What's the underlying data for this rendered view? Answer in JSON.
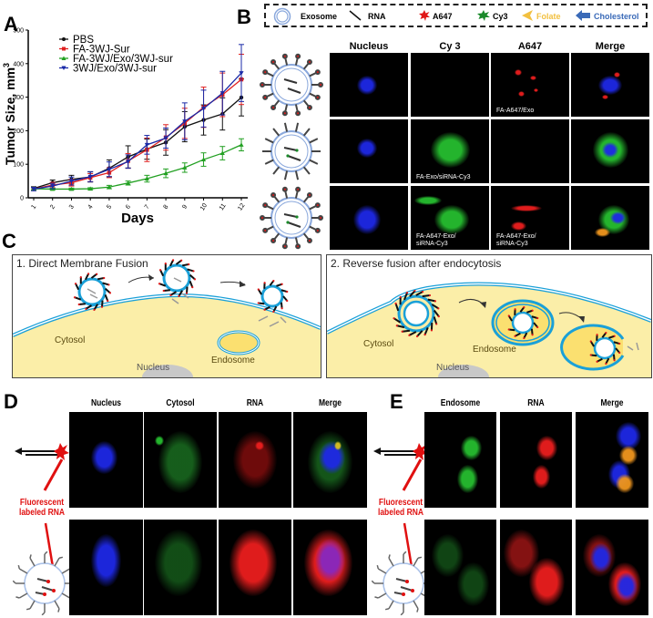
{
  "panels": {
    "A": {
      "letter": "A"
    },
    "B": {
      "letter": "B"
    },
    "C": {
      "letter": "C"
    },
    "D": {
      "letter": "D"
    },
    "E": {
      "letter": "E"
    }
  },
  "chart_data": {
    "type": "line",
    "title": "",
    "xlabel": "Days",
    "ylabel": "Tumor Size, mm³",
    "ylabel_main": "Tumor Size, mm",
    "ylabel_sup": "3",
    "ylim": [
      0,
      500
    ],
    "yticks": [
      0,
      100,
      200,
      300,
      400,
      500
    ],
    "x": [
      1,
      2,
      3,
      4,
      5,
      6,
      7,
      8,
      9,
      10,
      11,
      12
    ],
    "grid": false,
    "legend_position": "upper-left",
    "series": [
      {
        "name": "PBS",
        "color": "#111111",
        "marker": "circle",
        "values": [
          28,
          45,
          55,
          62,
          88,
          122,
          145,
          165,
          212,
          232,
          250,
          299
        ],
        "errors": [
          5,
          8,
          12,
          15,
          25,
          33,
          30,
          38,
          45,
          45,
          48,
          55
        ]
      },
      {
        "name": "FA-3WJ-Sur",
        "color": "#e02020",
        "marker": "square",
        "values": [
          26,
          38,
          45,
          60,
          75,
          110,
          143,
          180,
          222,
          270,
          307,
          353
        ],
        "errors": [
          4,
          8,
          10,
          12,
          15,
          22,
          35,
          38,
          45,
          60,
          65,
          75
        ]
      },
      {
        "name": "FA-3WJ/Exo/3WJ-sur",
        "color": "#22a022",
        "marker": "triangle-up",
        "values": [
          27,
          26,
          26,
          27,
          32,
          44,
          57,
          73,
          90,
          114,
          133,
          158
        ],
        "errors": [
          3,
          3,
          3,
          3,
          5,
          6,
          10,
          13,
          14,
          20,
          20,
          18
        ]
      },
      {
        "name": "3WJ/Exo/3WJ-sur",
        "color": "#1a2aa8",
        "marker": "triangle-down",
        "values": [
          26,
          35,
          50,
          63,
          85,
          108,
          158,
          178,
          228,
          266,
          312,
          372
        ],
        "errors": [
          5,
          8,
          12,
          15,
          22,
          20,
          28,
          30,
          55,
          55,
          65,
          85
        ]
      }
    ]
  },
  "legend_B": {
    "items": [
      {
        "label": "Exosome",
        "color": "#6a8fcf",
        "icon": "exosome-ring-icon"
      },
      {
        "label": "RNA",
        "color": "#111111",
        "icon": "rna-line-icon"
      },
      {
        "label": "A647",
        "color": "#e01818",
        "icon": "a647-splat-icon"
      },
      {
        "label": "Cy3",
        "color": "#1a8a2a",
        "icon": "cy3-splat-icon"
      },
      {
        "label": "Folate",
        "color": "#f2c040",
        "icon": "folate-arrow-icon"
      },
      {
        "label": "Cholesterol",
        "color": "#3a6ab8",
        "icon": "cholesterol-arrow-icon"
      }
    ]
  },
  "panel_B": {
    "columns": [
      "Nucleus",
      "Cy 3",
      "A647",
      "Merge"
    ],
    "rows": [
      {
        "labels": [
          "",
          "",
          "FA-A647/Exo",
          ""
        ]
      },
      {
        "labels": [
          "",
          "FA-Exo/siRNA-Cy3",
          "",
          ""
        ]
      },
      {
        "labels": [
          "",
          "FA-A647-Exo/\nsiRNA-Cy3",
          "FA-A647-Exo/\nsiRNA-Cy3",
          ""
        ]
      }
    ]
  },
  "panel_C": {
    "left": {
      "title": "1. Direct Membrane Fusion",
      "cytosol": "Cytosol",
      "endosome": "Endosome",
      "nucleus": "Nucleus"
    },
    "right": {
      "title": "2. Reverse fusion after endocytosis",
      "cytosol": "Cytosol",
      "endosome": "Endosome",
      "nucleus": "Nucleus"
    }
  },
  "panel_D": {
    "columns": [
      "Nucleus",
      "Cytosol",
      "RNA",
      "Merge"
    ],
    "annotation": "Fluorescent\nlabeled RNA"
  },
  "panel_E": {
    "columns": [
      "Endosome",
      "RNA",
      "Merge"
    ],
    "annotation": "Fluorescent\nlabeled RNA"
  }
}
